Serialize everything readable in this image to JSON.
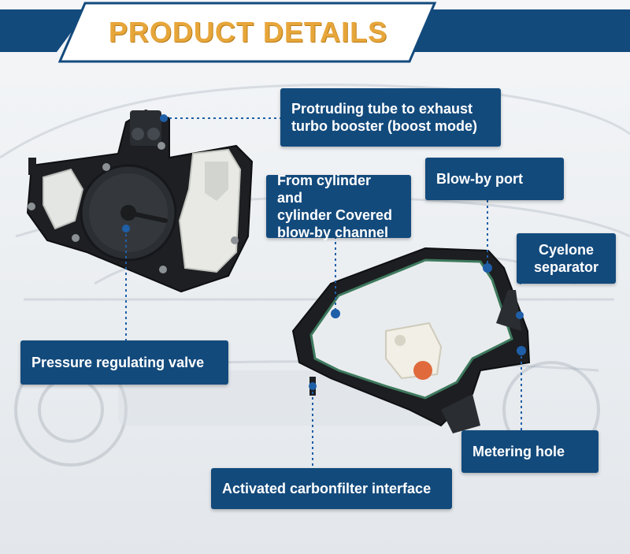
{
  "header": {
    "title": "PRODUCT DETAILS"
  },
  "colors": {
    "navy": "#134a7c",
    "gold": "#e7a63a",
    "callout_blue": "#1f5fa8"
  },
  "callouts": {
    "protruding_tube": {
      "line1": "Protruding tube to exhaust",
      "line2": "turbo booster (boost mode)"
    },
    "blow_by_port": {
      "line1": "Blow-by port"
    },
    "cylinder_channel": {
      "line1": "From cylinder and",
      "line2": "cylinder Covered",
      "line3": "blow-by channel"
    },
    "cyclone_separator": {
      "line1": "Cyelone",
      "line2": "separator"
    },
    "pressure_valve": {
      "line1": "Pressure regulating valve"
    },
    "metering_hole": {
      "line1": "Metering hole"
    },
    "carbon_filter": {
      "line1": "Activated carbonfilter interface"
    }
  }
}
